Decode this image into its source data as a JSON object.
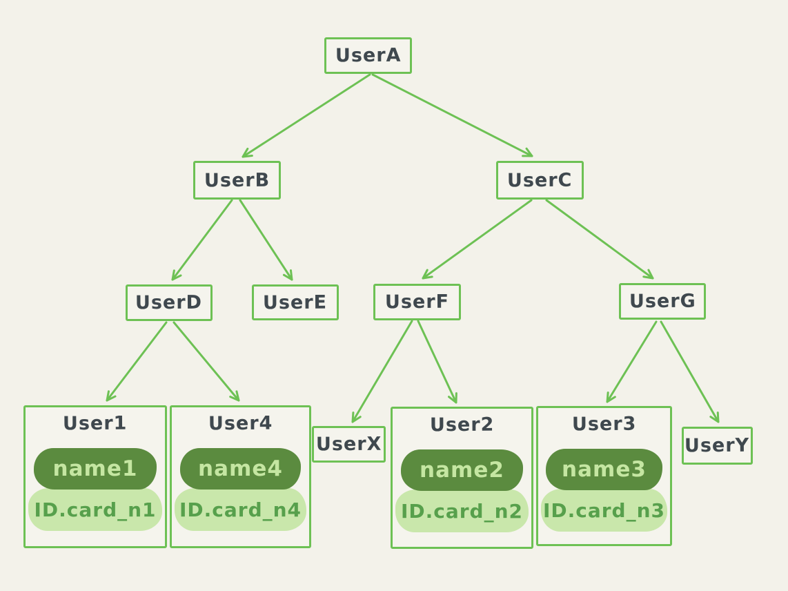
{
  "diagram": {
    "colors": {
      "background": "#f3f2ea",
      "stroke_green": "#6dc154",
      "node_text": "#3f484e",
      "name_pill_bg": "#5b8b3f",
      "name_pill_text": "#c5e6a2",
      "id_pill_bg": "#c9e7ab",
      "id_pill_text": "#57a04c"
    },
    "nodes": [
      {
        "id": "userA",
        "label": "UserA"
      },
      {
        "id": "userB",
        "label": "UserB"
      },
      {
        "id": "userC",
        "label": "UserC"
      },
      {
        "id": "userD",
        "label": "UserD"
      },
      {
        "id": "userE",
        "label": "UserE"
      },
      {
        "id": "userF",
        "label": "UserF"
      },
      {
        "id": "userG",
        "label": "UserG"
      },
      {
        "id": "userX",
        "label": "UserX"
      },
      {
        "id": "userY",
        "label": "UserY"
      }
    ],
    "cards": [
      {
        "id": "user1",
        "title": "User1",
        "name": "name1",
        "id_card": "ID.card_n1"
      },
      {
        "id": "user4",
        "title": "User4",
        "name": "name4",
        "id_card": "ID.card_n4"
      },
      {
        "id": "user2",
        "title": "User2",
        "name": "name2",
        "id_card": "ID.card_n2"
      },
      {
        "id": "user3",
        "title": "User3",
        "name": "name3",
        "id_card": "ID.card_n3"
      }
    ],
    "edges": [
      {
        "from": "UserA",
        "to": "UserB"
      },
      {
        "from": "UserA",
        "to": "UserC"
      },
      {
        "from": "UserB",
        "to": "UserD"
      },
      {
        "from": "UserB",
        "to": "UserE"
      },
      {
        "from": "UserC",
        "to": "UserF"
      },
      {
        "from": "UserC",
        "to": "UserG"
      },
      {
        "from": "UserD",
        "to": "User1"
      },
      {
        "from": "UserD",
        "to": "User4"
      },
      {
        "from": "UserF",
        "to": "UserX"
      },
      {
        "from": "UserF",
        "to": "User2"
      },
      {
        "from": "UserG",
        "to": "User3"
      },
      {
        "from": "UserG",
        "to": "UserY"
      }
    ]
  }
}
